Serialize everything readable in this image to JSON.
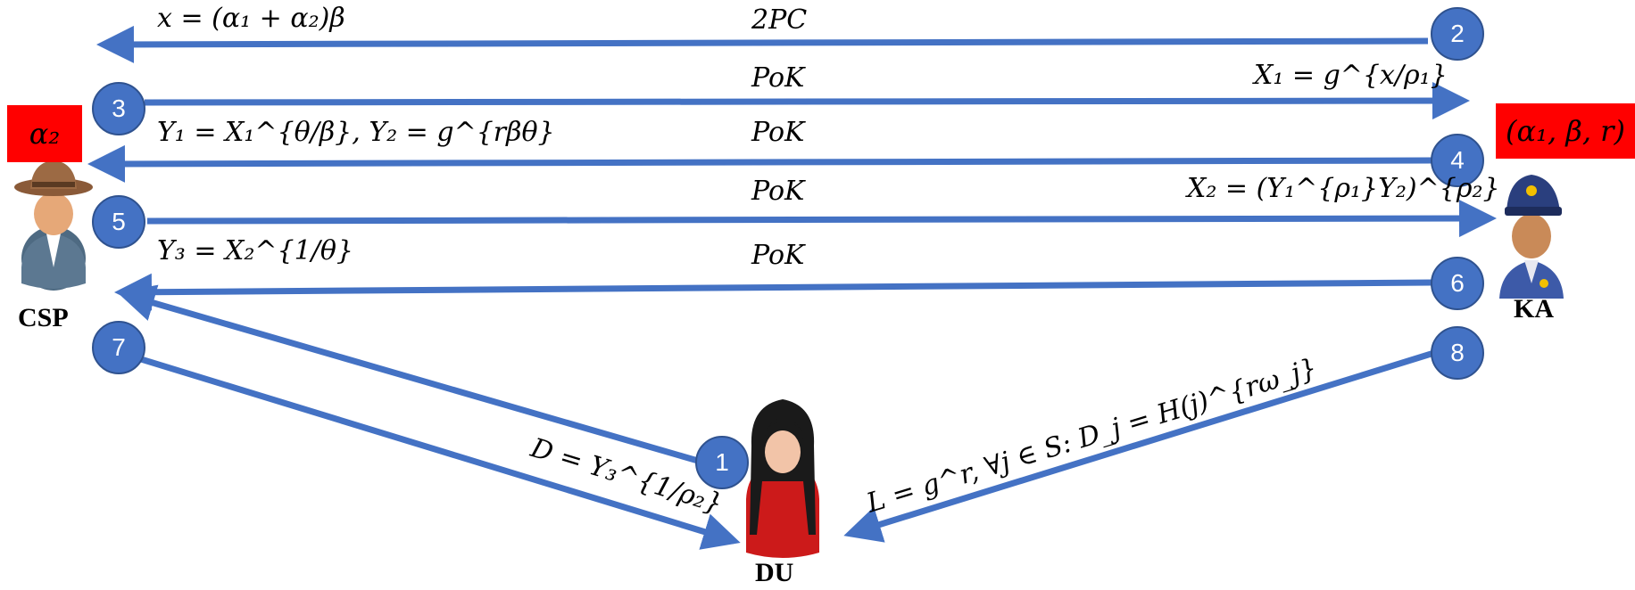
{
  "actors": {
    "csp": {
      "name": "CSP",
      "secret": "α₂"
    },
    "ka": {
      "name": "KA",
      "secret": "(α₁, β, r)"
    },
    "du": {
      "name": "DU"
    }
  },
  "steps": [
    "1",
    "2",
    "3",
    "4",
    "5",
    "6",
    "7",
    "8"
  ],
  "messages": {
    "m2": {
      "label": "x = (α₁ + α₂)β",
      "proto": "2PC"
    },
    "m3": {
      "proto": "PoK",
      "label": "X₁ = g^{x/ρ₁}"
    },
    "m4": {
      "label": "Y₁ = X₁^{θ/β}, Y₂ = g^{rβθ}",
      "proto": "PoK"
    },
    "m5": {
      "proto": "PoK",
      "label": "X₂ = (Y₁^{ρ₁}Y₂)^{ρ₂}"
    },
    "m6": {
      "label": "Y₃ = X₂^{1/θ}",
      "proto": "PoK"
    },
    "m7": {
      "label": "D = Y₃^{1/ρ₂}"
    },
    "m8": {
      "label": "L = g^r, ∀j ∈ S: D_j = H(j)^{rω_j}"
    }
  },
  "colors": {
    "arrow": "#4472c4",
    "secret_box": "#ff0000"
  }
}
